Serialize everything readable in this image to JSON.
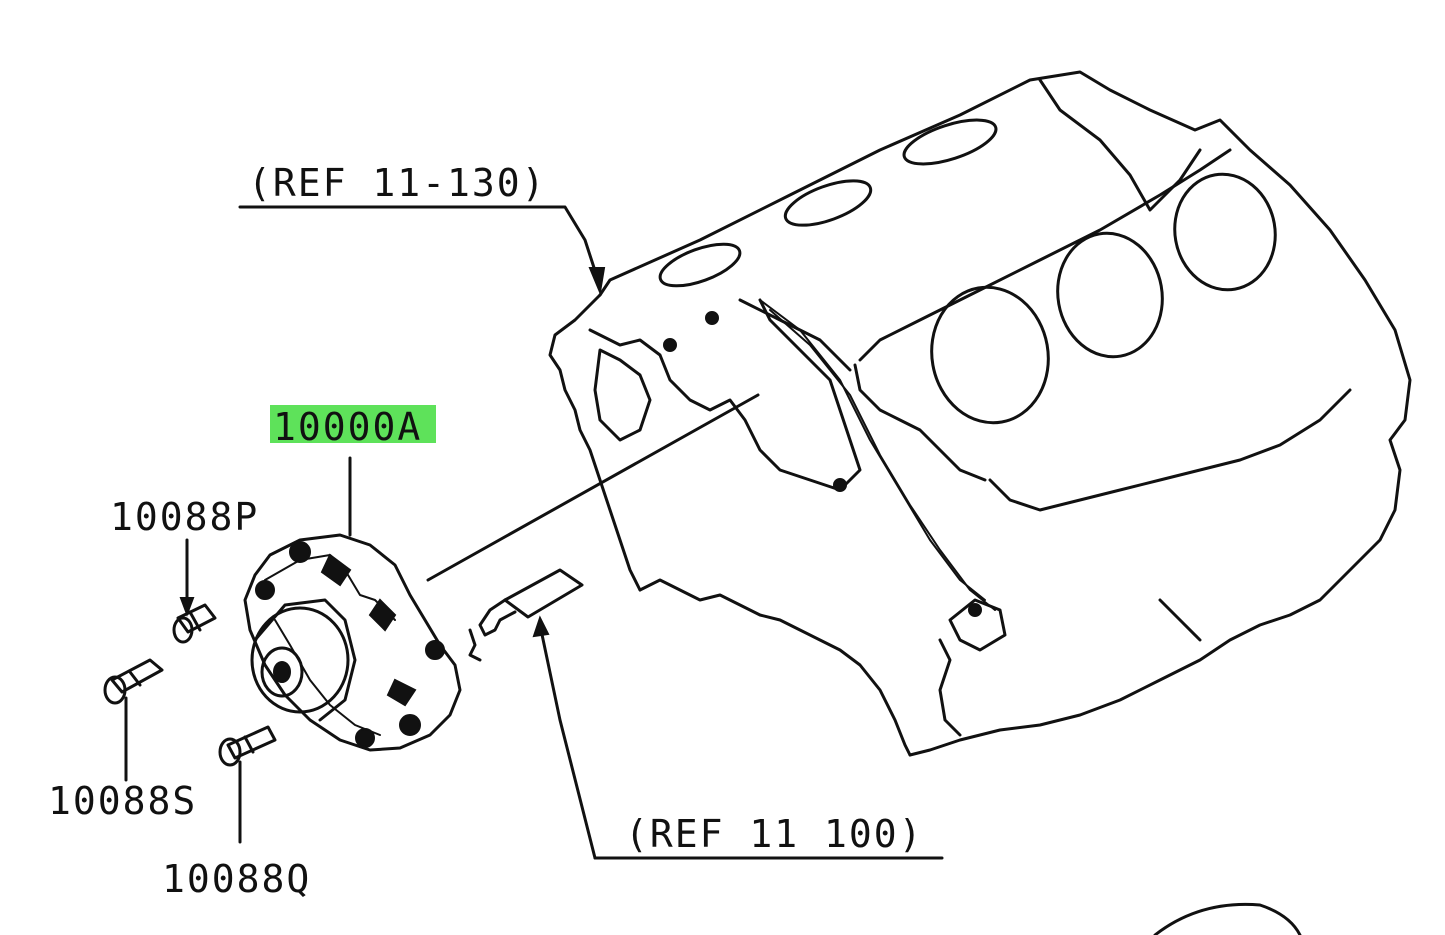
{
  "labels": {
    "ref_top": "(REF 11-130)",
    "ref_bottom": "(REF 11 100)",
    "part_main": "10000A",
    "part_p": "10088P",
    "part_s": "10088S",
    "part_q": "10088Q"
  },
  "colors": {
    "highlight": "#5ee25a",
    "ink": "#111111",
    "background": "#ffffff"
  }
}
